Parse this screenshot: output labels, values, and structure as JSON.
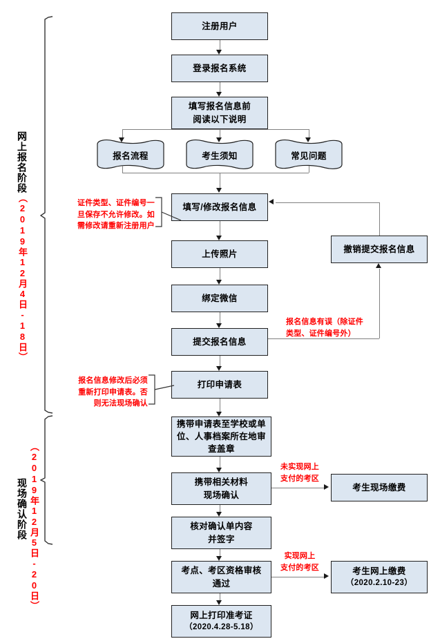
{
  "stages": [
    {
      "id": "online-registration",
      "title": "网上报名阶段",
      "date": "（2019年12月4日-18日）"
    },
    {
      "id": "onsite-confirmation",
      "title": "现场确认阶段",
      "date": "（2019年12月5日-20日）"
    }
  ],
  "nodes": {
    "register_user": "注册用户",
    "login_system": "登录报名系统",
    "read_notice_l1": "填写报名信息前",
    "read_notice_l2": "阅读以下说明",
    "doc_flow": "报名流程",
    "doc_notice": "考生须知",
    "doc_faq": "常见问题",
    "fill_modify": "填写/修改报名信息",
    "upload_photo": "上传照片",
    "bind_wechat": "绑定微信",
    "submit_info": "提交报名信息",
    "withdraw_submit": "撤销提交报名信息",
    "print_form": "打印申请表",
    "take_form_l1": "携带申请表至学校或单",
    "take_form_l2": "位、人事档案所在地审",
    "take_form_l3": "查盖章",
    "onsite_confirm_l1": "携带相关材料",
    "onsite_confirm_l2": "现场确认",
    "onsite_pay": "考生现场缴费",
    "verify_sign_l1": "核对确认单内容",
    "verify_sign_l2": "并签字",
    "qualification_l1": "考点、考区资格审核",
    "qualification_l2": "通过",
    "online_pay_l1": "考生网上缴费",
    "online_pay_l2": "（2020.2.10-23）",
    "print_admission_l1": "网上打印准考证",
    "print_admission_l2": "（2020.4.28-5.18）"
  },
  "notes": {
    "id_lock_l1": "证件类型、证件编号一",
    "id_lock_l2": "旦保存不允许修改。如",
    "id_lock_l3": "需修改请重新注册用户",
    "reprint_l1": "报名信息修改后必须",
    "reprint_l2": "重新打印申请表。否",
    "reprint_l3": "则无法现场确认",
    "wrong_info_l1": "报名信息有误（除证件",
    "wrong_info_l2": "类型、证件编号外）",
    "no_online_pay_l1": "未实现网上",
    "no_online_pay_l2": "支付的考区",
    "has_online_pay_l1": "实现网上",
    "has_online_pay_l2": "支付的考区"
  },
  "colors": {
    "box_fill": "#dce6f1",
    "box_border": "#1f1f1f",
    "connector": "#808080",
    "note_red": "#ff0000",
    "text": "#000000"
  }
}
